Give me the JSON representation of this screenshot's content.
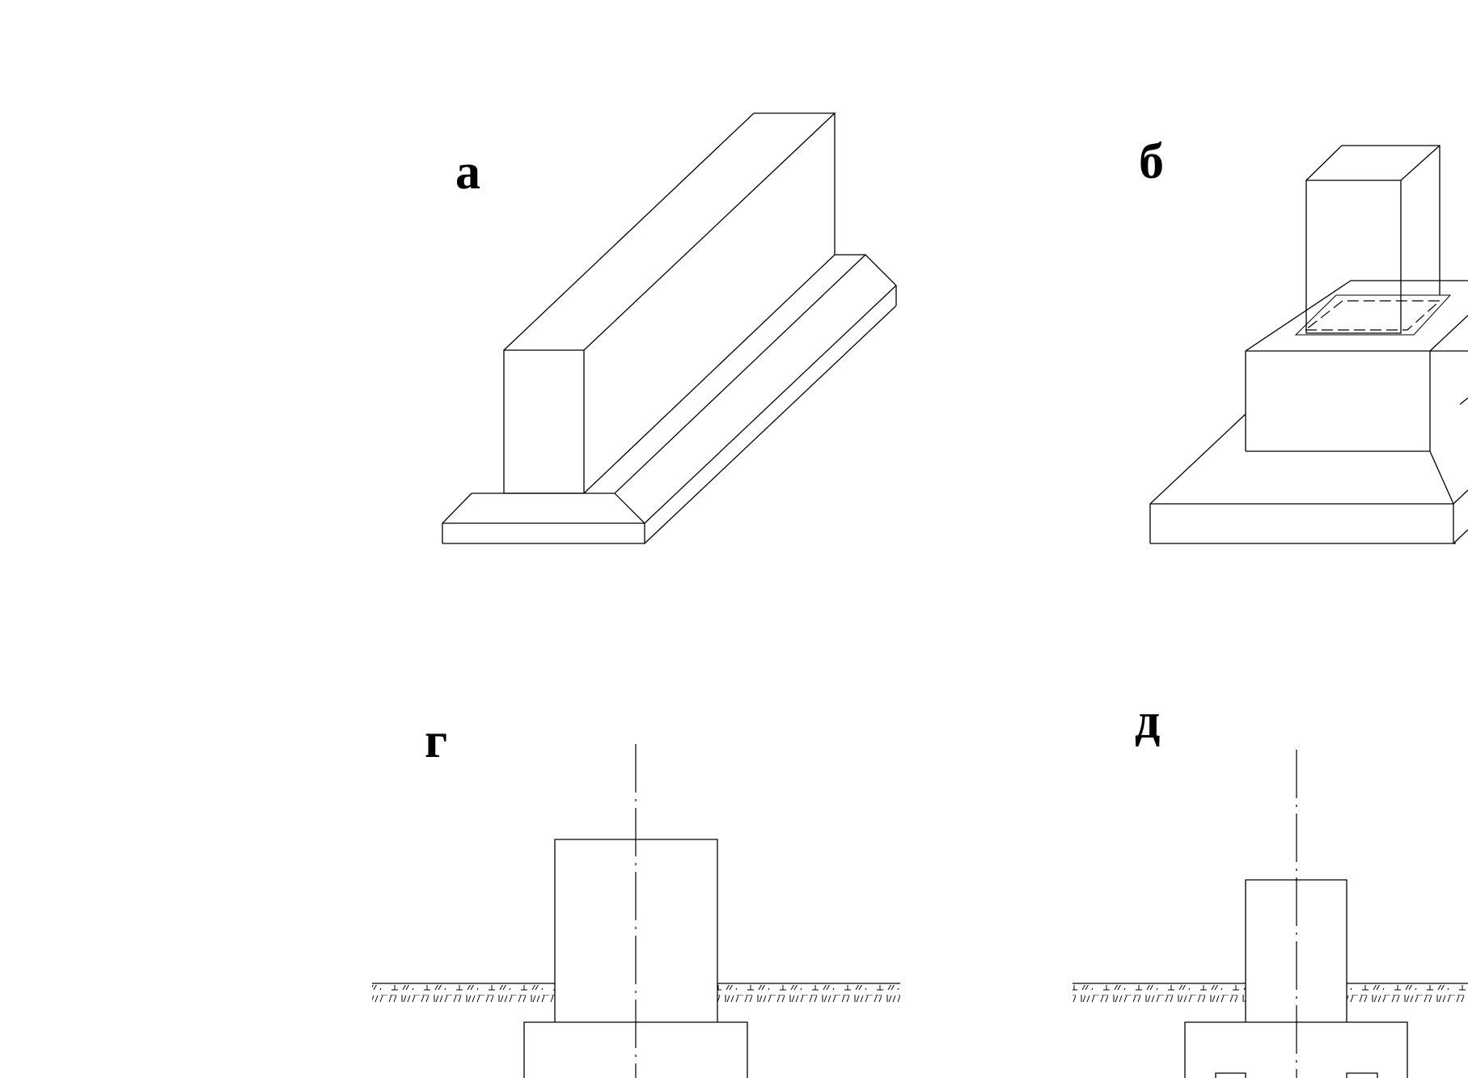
{
  "labels": {
    "a": "а",
    "b": "б",
    "g": "г",
    "d": "д"
  }
}
